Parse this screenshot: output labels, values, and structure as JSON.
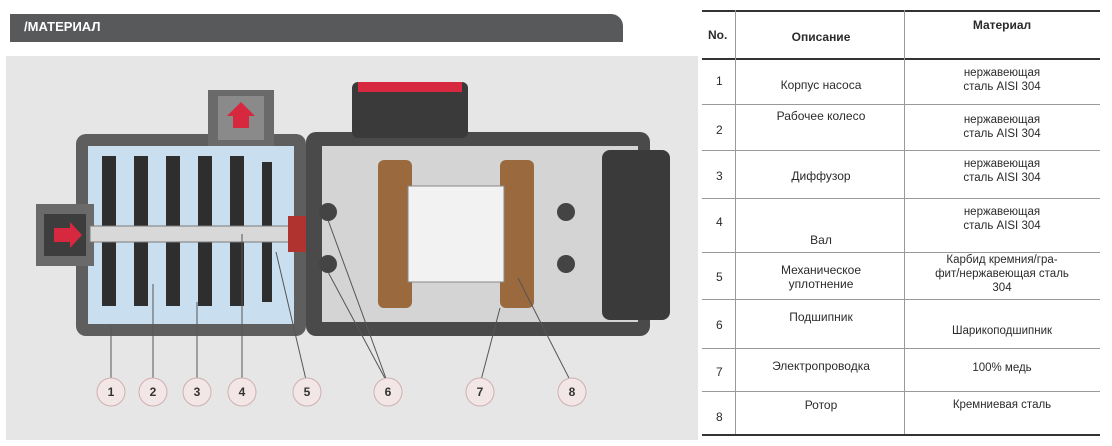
{
  "header": {
    "title": "/МАТЕРИАЛ"
  },
  "callouts": [
    "1",
    "2",
    "3",
    "4",
    "5",
    "6",
    "7",
    "8"
  ],
  "table": {
    "col_no": "No.",
    "col_desc": "Описание",
    "col_mat": "Материал",
    "rows": [
      {
        "no": "1",
        "desc": "Корпус насоса",
        "mat_1": "нержавеющая",
        "mat_2": "сталь AISI 304"
      },
      {
        "no": "2",
        "desc": "Рабочее колесо",
        "mat_1": "нержавеющая",
        "mat_2": "сталь AISI 304"
      },
      {
        "no": "3",
        "desc": "Диффузор",
        "mat_1": "нержавеющая",
        "mat_2": "сталь AISI 304"
      },
      {
        "no": "4",
        "desc": "Вал",
        "mat_1": "нержавеющая",
        "mat_2": "сталь AISI 304"
      },
      {
        "no": "5",
        "desc_1": "Механическое",
        "desc_2": "уплотнение",
        "mat_1": "Карбид кремния/гра-",
        "mat_2": "фит/нержавеющая сталь",
        "mat_3": "304"
      },
      {
        "no": "6",
        "desc": "Подшипник",
        "mat_1": "Шарикоподшипник"
      },
      {
        "no": "7",
        "desc": "Электропроводка",
        "mat_1": "100% медь"
      },
      {
        "no": "8",
        "desc": "Ротор",
        "mat_1": "Кремниевая сталь"
      }
    ]
  }
}
